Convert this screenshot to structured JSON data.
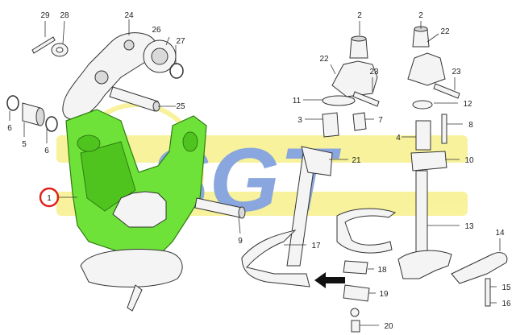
{
  "watermark": {
    "text": "SGT"
  },
  "callouts": [
    {
      "id": "c29",
      "text": "29"
    },
    {
      "id": "c28",
      "text": "28"
    },
    {
      "id": "c24",
      "text": "24"
    },
    {
      "id": "c26",
      "text": "26"
    },
    {
      "id": "c27",
      "text": "27"
    },
    {
      "id": "c25",
      "text": "25"
    },
    {
      "id": "c6a",
      "text": "6"
    },
    {
      "id": "c5",
      "text": "5"
    },
    {
      "id": "c6b",
      "text": "6"
    },
    {
      "id": "c1",
      "text": "1"
    },
    {
      "id": "c9",
      "text": "9"
    },
    {
      "id": "c2a",
      "text": "2"
    },
    {
      "id": "c22a",
      "text": "22"
    },
    {
      "id": "c23a",
      "text": "23"
    },
    {
      "id": "c11",
      "text": "11"
    },
    {
      "id": "c3",
      "text": "3"
    },
    {
      "id": "c7",
      "text": "7"
    },
    {
      "id": "c21",
      "text": "21"
    },
    {
      "id": "c17",
      "text": "17"
    },
    {
      "id": "c2b",
      "text": "2"
    },
    {
      "id": "c22b",
      "text": "22"
    },
    {
      "id": "c23b",
      "text": "23"
    },
    {
      "id": "c12",
      "text": "12"
    },
    {
      "id": "c8",
      "text": "8"
    },
    {
      "id": "c4",
      "text": "4"
    },
    {
      "id": "c10",
      "text": "10"
    },
    {
      "id": "c13",
      "text": "13"
    },
    {
      "id": "c18",
      "text": "18"
    },
    {
      "id": "c19",
      "text": "19"
    },
    {
      "id": "c20",
      "text": "20"
    },
    {
      "id": "c14",
      "text": "14"
    },
    {
      "id": "c15",
      "text": "15"
    },
    {
      "id": "c16",
      "text": "16"
    }
  ],
  "colors": {
    "highlight_part": "#6fe23a",
    "highlight_circle": "#e0201a",
    "watermark_blue": "#2a5fc4",
    "watermark_yellow": "#f2e94a"
  }
}
